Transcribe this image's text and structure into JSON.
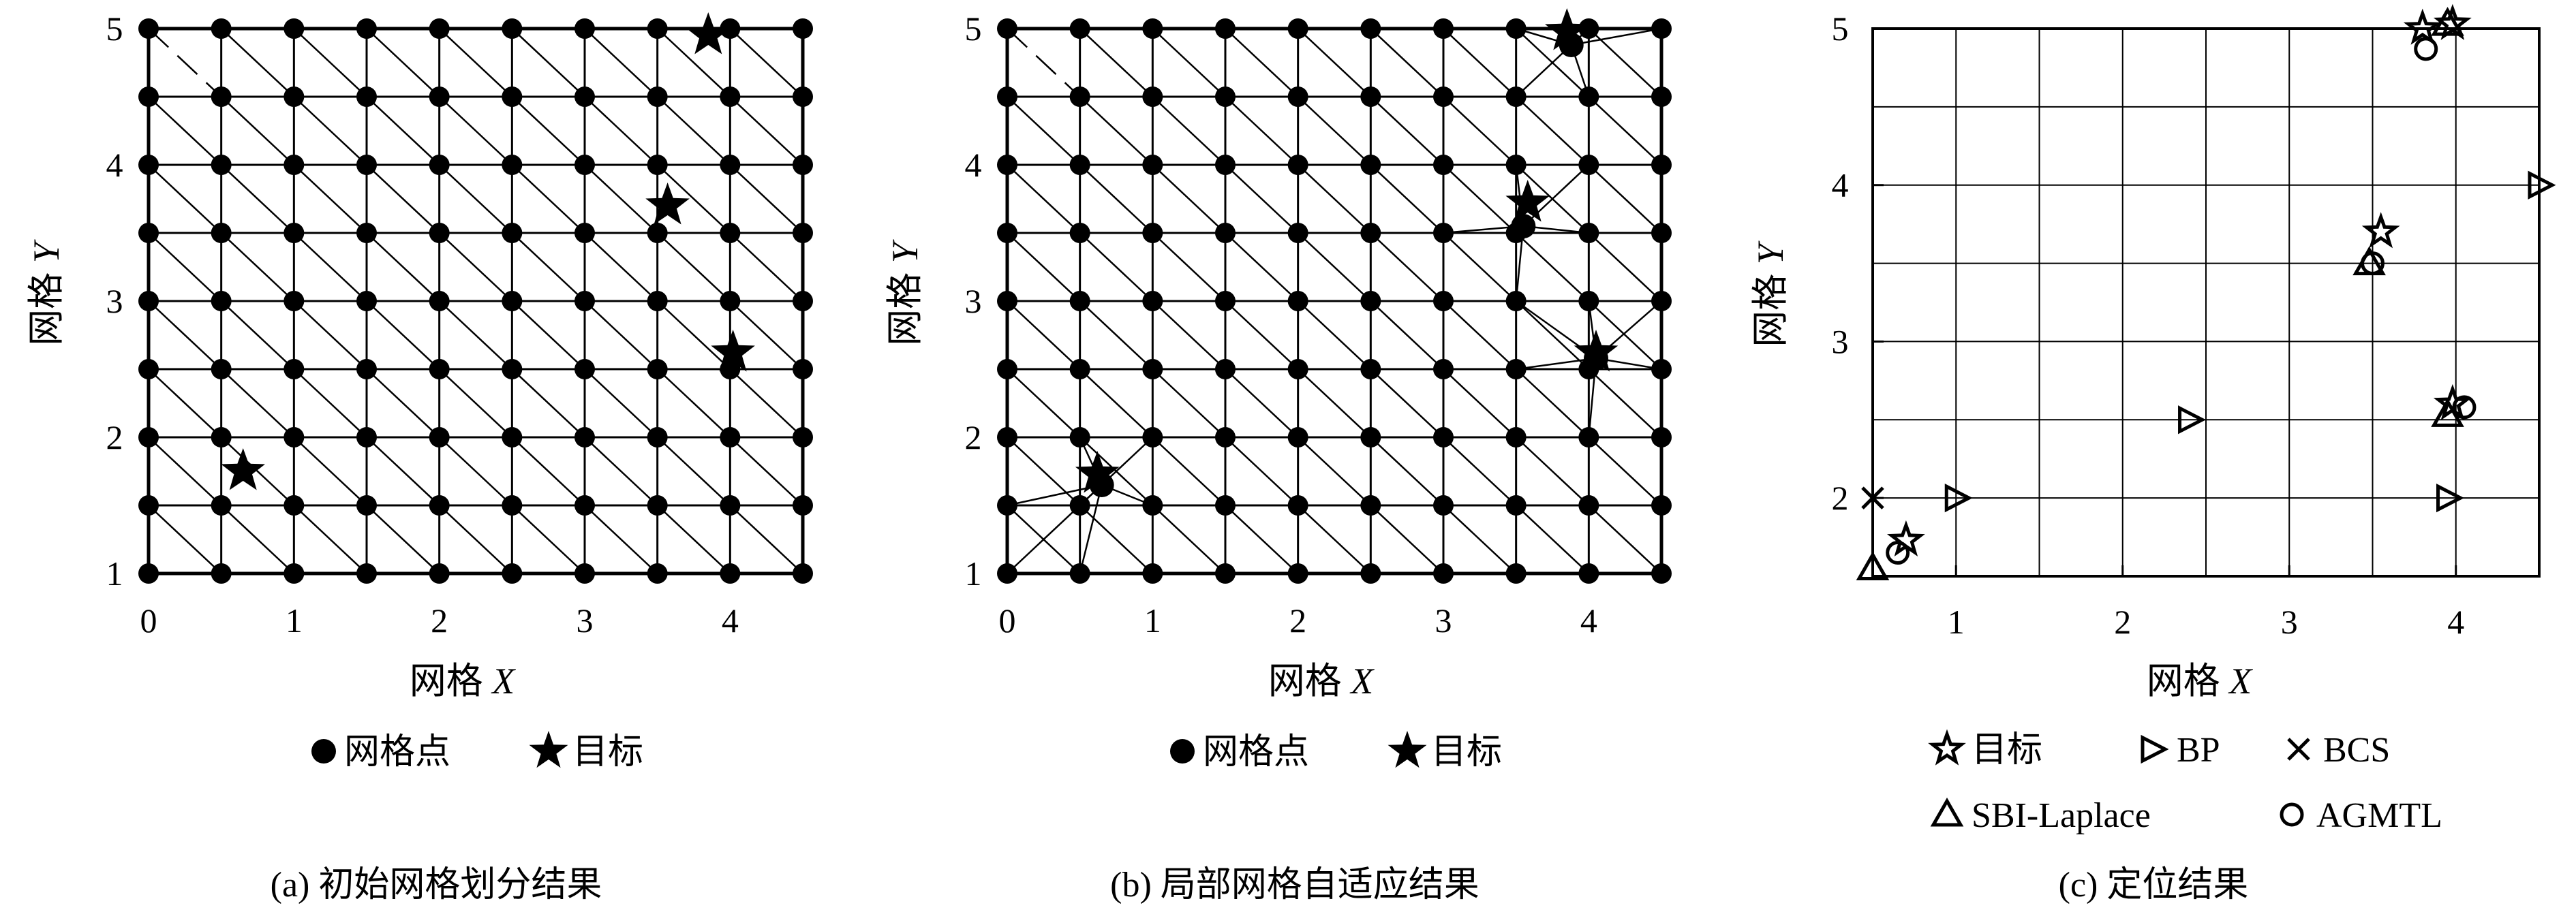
{
  "chart_data": [
    {
      "type": "scatter",
      "caption": "(a) 初始网格划分结果",
      "xlabel_prefix": "网格",
      "xlabel_var": "X",
      "ylabel_prefix": "网格",
      "ylabel_var": "Y",
      "xlim": [
        0,
        4.5
      ],
      "ylim": [
        1,
        5
      ],
      "xticks": [
        "0",
        "1",
        "2",
        "3",
        "4"
      ],
      "yticks": [
        "1",
        "2",
        "3",
        "4",
        "5"
      ],
      "grid_step": 0.5,
      "legend": [
        "网格点",
        "目标"
      ],
      "targets": [
        [
          0.65,
          1.75
        ],
        [
          3.85,
          4.95
        ],
        [
          3.57,
          3.7
        ],
        [
          4.02,
          2.62
        ]
      ],
      "extra_points": []
    },
    {
      "type": "scatter",
      "caption": "(b) 局部网格自适应结果",
      "xlabel_prefix": "网格",
      "xlabel_var": "X",
      "ylabel_prefix": "网格",
      "ylabel_var": "Y",
      "xlim": [
        0,
        4.5
      ],
      "ylim": [
        1,
        5
      ],
      "xticks": [
        "0",
        "1",
        "2",
        "3",
        "4"
      ],
      "yticks": [
        "1",
        "2",
        "3",
        "4",
        "5"
      ],
      "grid_step": 0.5,
      "legend": [
        "网格点",
        "目标"
      ],
      "targets": [
        [
          0.62,
          1.73
        ],
        [
          3.85,
          4.98
        ],
        [
          3.58,
          3.72
        ],
        [
          4.05,
          2.62
        ]
      ],
      "extra_points": [
        [
          0.65,
          1.65
        ],
        [
          3.88,
          4.88
        ],
        [
          3.55,
          3.55
        ],
        [
          4.05,
          2.58
        ]
      ]
    },
    {
      "type": "scatter",
      "caption": "(c) 定位结果",
      "xlabel_prefix": "网格",
      "xlabel_var": "X",
      "ylabel_prefix": "网格",
      "ylabel_var": "Y",
      "xlim": [
        0.5,
        4.5
      ],
      "ylim": [
        1.5,
        5
      ],
      "xticks": [
        "1",
        "2",
        "3",
        "4"
      ],
      "xtick_values": [
        1,
        2,
        3,
        4
      ],
      "yticks": [
        "2",
        "3",
        "4",
        "5"
      ],
      "ytick_values": [
        2,
        3,
        4,
        5
      ],
      "grid": true,
      "series": [
        {
          "name": "目标",
          "marker": "star",
          "points": [
            [
              0.7,
              1.73
            ],
            [
              3.8,
              5.0
            ],
            [
              3.98,
              5.03
            ],
            [
              3.55,
              3.7
            ],
            [
              3.98,
              2.6
            ]
          ]
        },
        {
          "name": "BP",
          "marker": "triangle-right",
          "points": [
            [
              1.0,
              2.0
            ],
            [
              2.4,
              2.5
            ],
            [
              4.5,
              4.0
            ],
            [
              3.95,
              2.0
            ]
          ]
        },
        {
          "name": "BCS",
          "marker": "x",
          "points": [
            [
              0.5,
              2.0
            ]
          ]
        },
        {
          "name": "SBI-Laplace",
          "marker": "triangle-up",
          "points": [
            [
              0.5,
              1.55
            ],
            [
              3.48,
              3.5
            ],
            [
              3.95,
              2.53
            ],
            [
              3.95,
              5.03
            ]
          ]
        },
        {
          "name": "AGMTL",
          "marker": "circle",
          "points": [
            [
              0.65,
              1.65
            ],
            [
              3.82,
              4.87
            ],
            [
              3.5,
              3.5
            ],
            [
              4.05,
              2.58
            ]
          ]
        }
      ]
    }
  ]
}
